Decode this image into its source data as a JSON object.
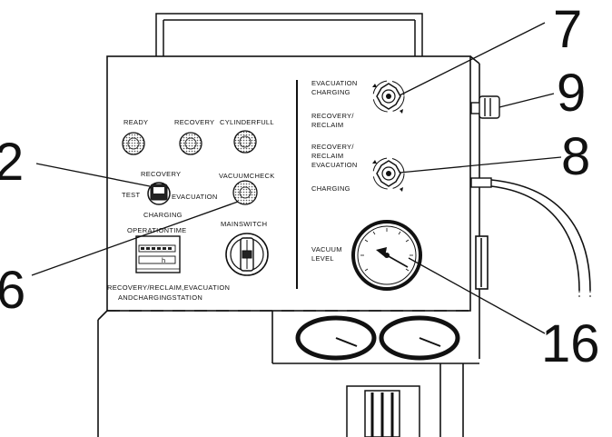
{
  "panel_labels": {
    "ready": "READY",
    "recovery": "RECOVERY",
    "cylinder_full": "CYLINDERFULL",
    "recovery_sw": "RECOVERY",
    "test": "TEST",
    "evacuation": "EVACUATION",
    "charging": "CHARGING",
    "vacuum_check": "VACUUMCHECK",
    "operation_time": "OPERATIONTIME",
    "main_switch": "MAINSWITCH",
    "station_line1": "RECOVERY/RECLAIM,EVACUATION",
    "station_line2": "ANDCHARGINGSTATION",
    "meter_unit": "h"
  },
  "right_labels": {
    "evac_charging_1": "EVACUATION",
    "evac_charging_2": "CHARGING",
    "recovery_reclaim_1": "RECOVERY/",
    "recovery_reclaim_2": "RECLAIM",
    "rre_1": "RECOVERY/",
    "rre_2": "RECLAIM",
    "rre_3": "EVACUATION",
    "charging": "CHARGING",
    "vacuum_level_1": "VACUUM",
    "vacuum_level_2": "LEVEL"
  },
  "callouts": {
    "c2": "2",
    "c6": "6",
    "c7": "7",
    "c8": "8",
    "c9": "9",
    "c16": "16"
  },
  "colors": {
    "ink": "#111111",
    "paper": "#ffffff",
    "knurl": "#888888"
  }
}
